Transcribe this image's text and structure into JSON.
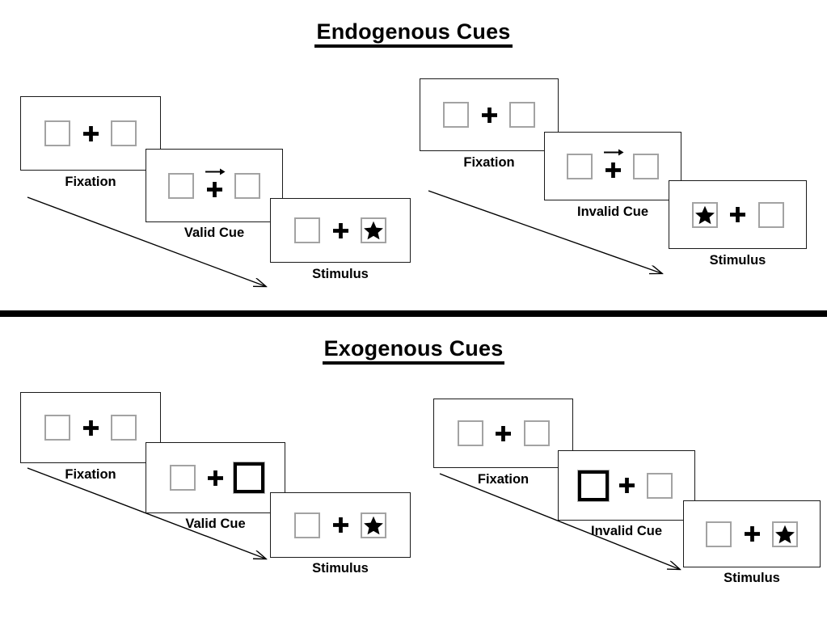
{
  "figure": {
    "title_endogenous": "Endogenous Cues",
    "title_exogenous": "Exogenous Cues",
    "colors": {
      "background": "#ffffff",
      "ink": "#000000",
      "panel_border": "#1a1a1a",
      "placeholder_square_border": "#a3a3a3",
      "cue_square_border": "#000000",
      "divider": "#000000"
    }
  },
  "sections": [
    {
      "id": "endogenous",
      "title": "Endogenous Cues",
      "cue_type": "central-arrow",
      "conditions": [
        {
          "id": "endogenous-valid",
          "validity": "valid",
          "panels": [
            {
              "id": "endogenous-valid-fixation",
              "label": "Fixation",
              "content": "two empty placeholder squares with central fixation cross",
              "left_square": "empty",
              "center": "fixation-cross",
              "right_square": "empty",
              "cue_direction": ""
            },
            {
              "id": "endogenous-valid-cue",
              "label": "Valid Cue",
              "content": "central arrow cue pointing right above the fixation cross",
              "left_square": "empty",
              "center": "fixation-cross-with-arrow",
              "right_square": "empty",
              "cue_direction": "right"
            },
            {
              "id": "endogenous-valid-stimulus",
              "label": "Stimulus",
              "content": "target star appears in the right square",
              "left_square": "empty",
              "center": "fixation-cross",
              "right_square": "star",
              "cue_direction": ""
            }
          ]
        },
        {
          "id": "endogenous-invalid",
          "validity": "invalid",
          "panels": [
            {
              "id": "endogenous-invalid-fixation",
              "label": "Fixation",
              "content": "two empty placeholder squares with central fixation cross",
              "left_square": "empty",
              "center": "fixation-cross",
              "right_square": "empty",
              "cue_direction": ""
            },
            {
              "id": "endogenous-invalid-cue",
              "label": "Invalid Cue",
              "content": "central arrow cue pointing right above the fixation cross",
              "left_square": "empty",
              "center": "fixation-cross-with-arrow",
              "right_square": "empty",
              "cue_direction": "right"
            },
            {
              "id": "endogenous-invalid-stimulus",
              "label": "Stimulus",
              "content": "target star appears in the left square",
              "left_square": "star",
              "center": "fixation-cross",
              "right_square": "empty",
              "cue_direction": ""
            }
          ]
        }
      ]
    },
    {
      "id": "exogenous",
      "title": "Exogenous Cues",
      "cue_type": "peripheral-box-brightening",
      "conditions": [
        {
          "id": "exogenous-valid",
          "validity": "valid",
          "panels": [
            {
              "id": "exogenous-valid-fixation",
              "label": "Fixation",
              "content": "two empty placeholder squares with central fixation cross",
              "left_square": "empty",
              "center": "fixation-cross",
              "right_square": "empty",
              "cue_direction": ""
            },
            {
              "id": "exogenous-valid-cue",
              "label": "Valid Cue",
              "content": "right placeholder square brightens as peripheral cue",
              "left_square": "empty",
              "center": "fixation-cross",
              "right_square": "cued",
              "cue_direction": "right"
            },
            {
              "id": "exogenous-valid-stimulus",
              "label": "Stimulus",
              "content": "target star appears in the right square",
              "left_square": "empty",
              "center": "fixation-cross",
              "right_square": "star",
              "cue_direction": ""
            }
          ]
        },
        {
          "id": "exogenous-invalid",
          "validity": "invalid",
          "panels": [
            {
              "id": "exogenous-invalid-fixation",
              "label": "Fixation",
              "content": "two empty placeholder squares with central fixation cross",
              "left_square": "empty",
              "center": "fixation-cross",
              "right_square": "empty",
              "cue_direction": ""
            },
            {
              "id": "exogenous-invalid-cue",
              "label": "Invalid Cue",
              "content": "left placeholder square brightens as peripheral cue",
              "left_square": "cued",
              "center": "fixation-cross",
              "right_square": "empty",
              "cue_direction": "left"
            },
            {
              "id": "exogenous-invalid-stimulus",
              "label": "Stimulus",
              "content": "target star appears in the right square",
              "left_square": "empty",
              "center": "fixation-cross",
              "right_square": "star",
              "cue_direction": ""
            }
          ]
        }
      ]
    }
  ],
  "icons": {
    "fixation_cross": "plus-icon",
    "target": "star-icon",
    "cue_arrow": "arrow-right-icon",
    "time_flow": "time-flow-arrow-icon"
  }
}
